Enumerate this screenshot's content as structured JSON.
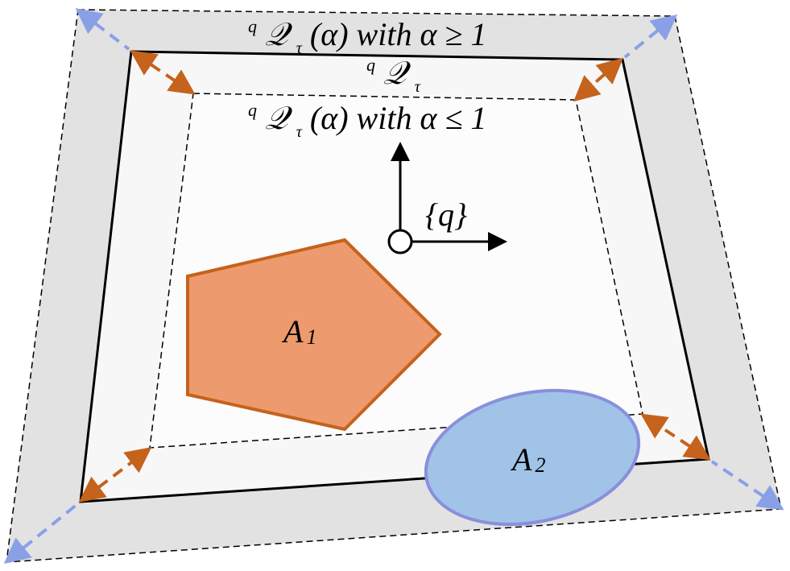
{
  "labels": {
    "outer_prefix": "q",
    "outer_set": "𝒬",
    "outer_sub": "τ",
    "outer_expr": "(α) with α ≥ 1",
    "middle_prefix": "q",
    "middle_set": "𝒬",
    "middle_sub": "τ",
    "inner_prefix": "q",
    "inner_set": "𝒬",
    "inner_sub": "τ",
    "inner_expr": "(α) with α ≤ 1",
    "frame": "{q}",
    "a1_main": "A",
    "a1_sub": "1",
    "a2_main": "A",
    "a2_sub": "2"
  },
  "colors": {
    "outer_fill": "#e2e2e2",
    "middle_fill": "#f7f7f7",
    "inner_fill": "#fcfcfc",
    "a1_fill": "#ed9a6e",
    "a1_stroke": "#c5621c",
    "a2_fill": "#a0c3e7",
    "a2_stroke": "#8a8fdc",
    "orange_arrow": "#c5621c",
    "blue_arrow": "#8aa0e6"
  }
}
